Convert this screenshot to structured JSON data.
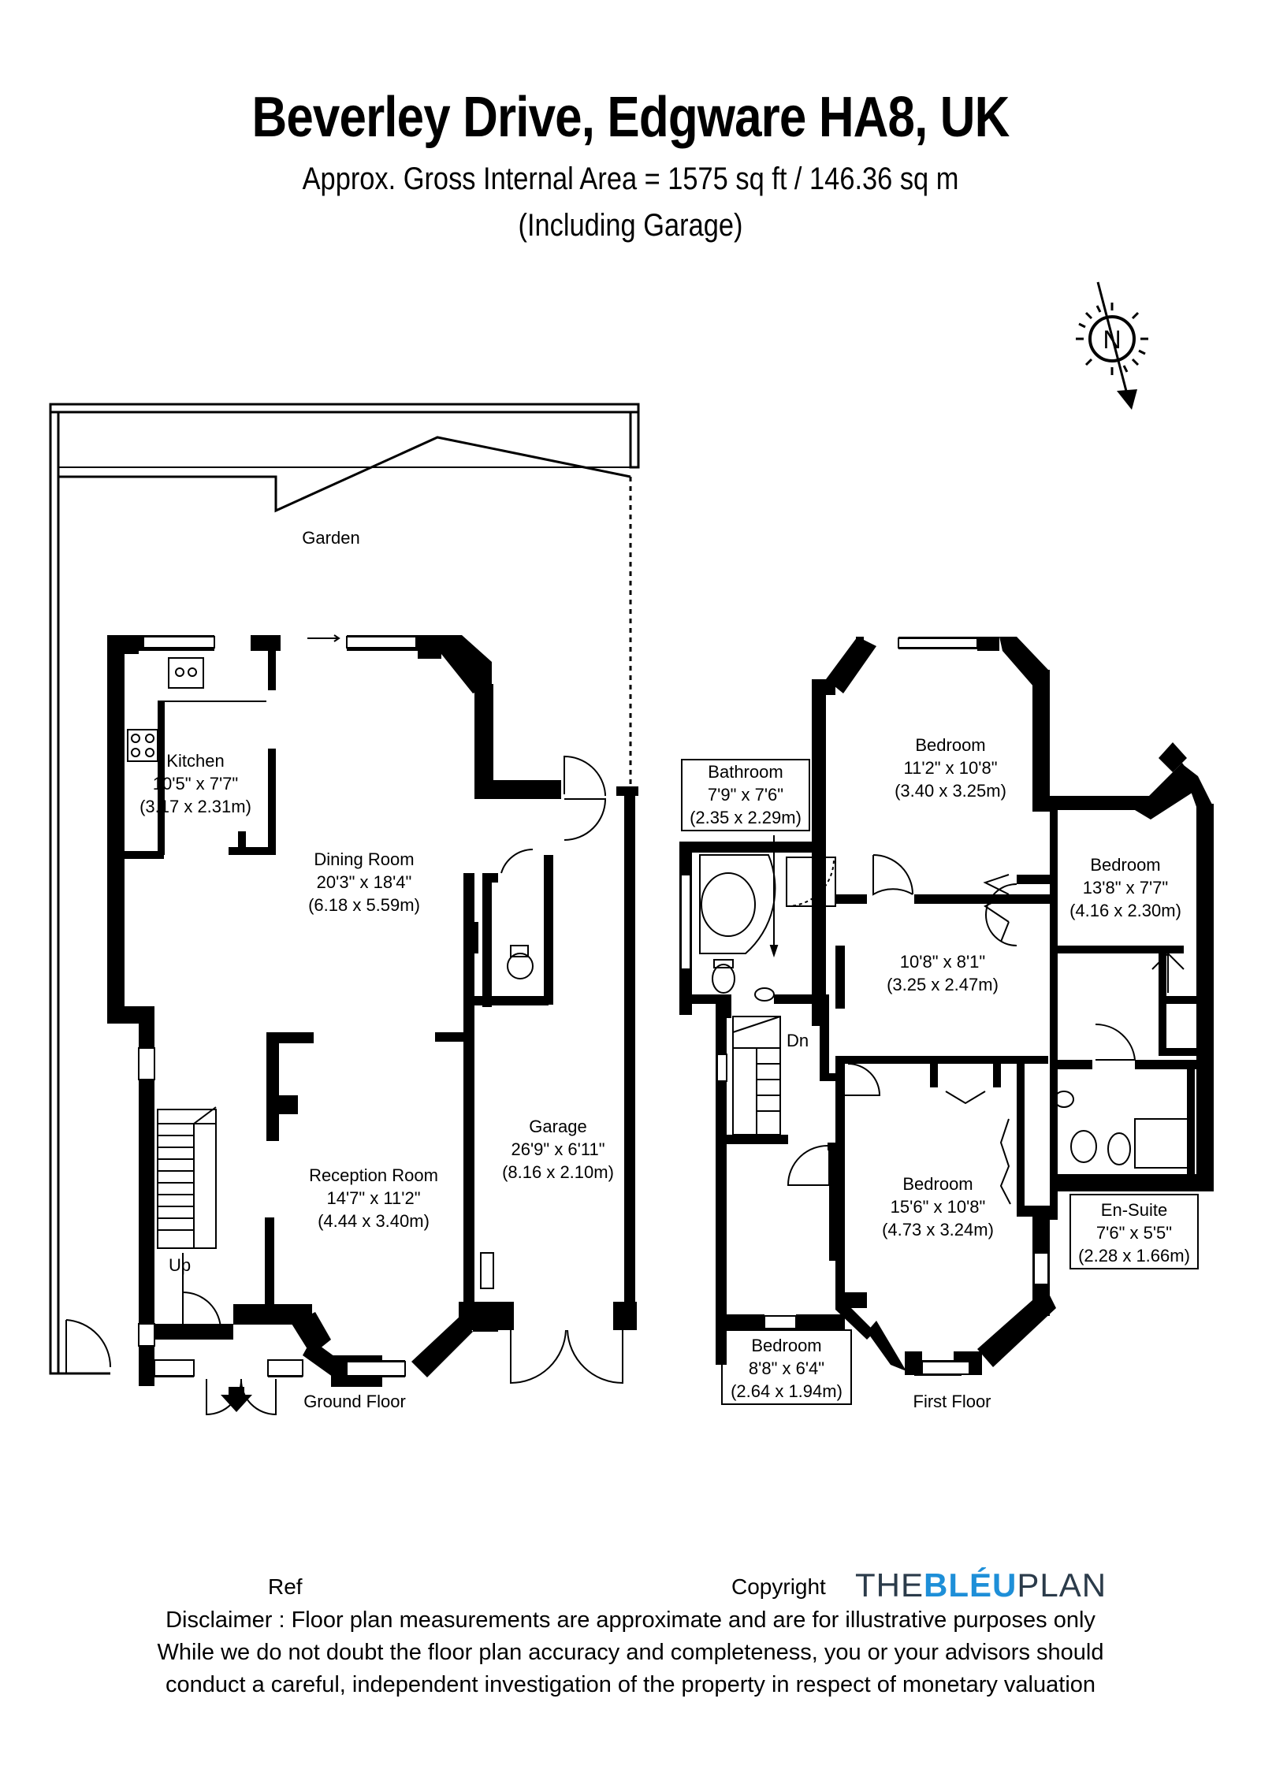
{
  "header": {
    "title": "Beverley Drive, Edgware HA8, UK",
    "area": "Approx. Gross Internal Area = 1575 sq ft / 146.36 sq m",
    "note": "(Including Garage)"
  },
  "compass": {
    "label": "N"
  },
  "ground_floor": {
    "label": "Ground Floor",
    "garden": "Garden",
    "up": "Up",
    "kitchen": {
      "name": "Kitchen",
      "imperial": "10'5\" x 7'7\"",
      "metric": "(3.17 x 2.31m)"
    },
    "dining": {
      "name": "Dining Room",
      "imperial": "20'3\" x 18'4\"",
      "metric": "(6.18 x 5.59m)"
    },
    "reception": {
      "name": "Reception Room",
      "imperial": "14'7\" x 11'2\"",
      "metric": "(4.44 x 3.40m)"
    },
    "garage": {
      "name": "Garage",
      "imperial": "26'9\" x 6'11\"",
      "metric": "(8.16 x 2.10m)"
    }
  },
  "first_floor": {
    "label": "First Floor",
    "down": "Dn",
    "bathroom": {
      "name": "Bathroom",
      "imperial": "7'9\" x 7'6\"",
      "metric": "(2.35 x 2.29m)"
    },
    "bedroom1": {
      "name": "Bedroom",
      "imperial": "11'2\" x 10'8\"",
      "metric": "(3.40 x 3.25m)"
    },
    "bedroom2": {
      "name": "Bedroom",
      "imperial": "13'8\" x 7'7\"",
      "metric": "(4.16 x 2.30m)"
    },
    "landing": {
      "imperial": "10'8\" x 8'1\"",
      "metric": "(3.25 x 2.47m)"
    },
    "bedroom3": {
      "name": "Bedroom",
      "imperial": "15'6\" x 10'8\"",
      "metric": "(4.73 x 3.24m)"
    },
    "ensuite": {
      "name": "En-Suite",
      "imperial": "7'6\" x 5'5\"",
      "metric": "(2.28 x 1.66m)"
    },
    "bedroom4": {
      "name": "Bedroom",
      "imperial": "8'8\" x 6'4\"",
      "metric": "(2.64 x 1.94m)"
    }
  },
  "footer": {
    "ref": "Ref",
    "copyright": "Copyright",
    "brand_a": "THE",
    "brand_b": "BLÉU",
    "brand_c": "PLAN",
    "line1": "Disclaimer : Floor plan measurements are approximate and are for illustrative purposes only",
    "line2": "While we do not doubt the floor plan accuracy and completeness, you or your advisors should",
    "line3": "conduct a careful, independent investigation of the property in respect of monetary valuation"
  }
}
